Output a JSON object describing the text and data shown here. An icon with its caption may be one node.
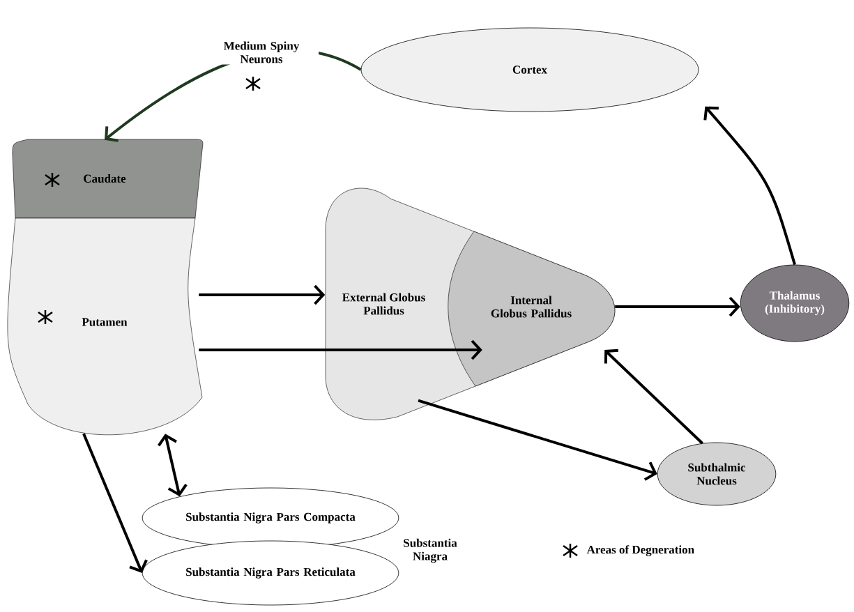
{
  "diagram": {
    "nodes": [
      {
        "text": [
          "Cortex"
        ]
      },
      {
        "text": [
          "Caudate"
        ]
      },
      {
        "text": [
          "Putamen"
        ]
      },
      {
        "text": [
          "External Globus Pallidus"
        ]
      },
      {
        "text": [
          "Internal Globus Pallidus"
        ],
        "in": 3
      },
      {
        "text": [
          "Thalamus (Inhibitory)"
        ]
      },
      {
        "text": [
          "Subthalmic Nucleus"
        ]
      },
      {
        "text": [
          "Substantia Nigra Pars Compacta"
        ]
      },
      {
        "text": [
          "Substantia Nigra Pars Reticulata"
        ]
      }
    ],
    "edges": [
      {
        "from": 0,
        "to": 1,
        "arrow": "to",
        "label": "Medium Spiny Neurons",
        "color": "#1f3a1f"
      },
      {
        "from": 2,
        "to": 3,
        "arrow": "to"
      },
      {
        "from": 2,
        "to": 4,
        "arrow": "to"
      },
      {
        "from": 4,
        "to": 5,
        "arrow": "to"
      },
      {
        "from": 5,
        "to": 0,
        "arrow": "to"
      },
      {
        "from": 3,
        "to": 6,
        "arrow": "to"
      },
      {
        "from": 6,
        "to": 4,
        "arrow": "to"
      },
      {
        "from": 2,
        "to": 7,
        "arrow": "both"
      },
      {
        "from": 2,
        "to": 8,
        "arrow": "to"
      }
    ],
    "labels": [
      "Substantia Niagra"
    ],
    "legend": [
      {
        "text": "Areas of Degneration"
      }
    ]
  }
}
